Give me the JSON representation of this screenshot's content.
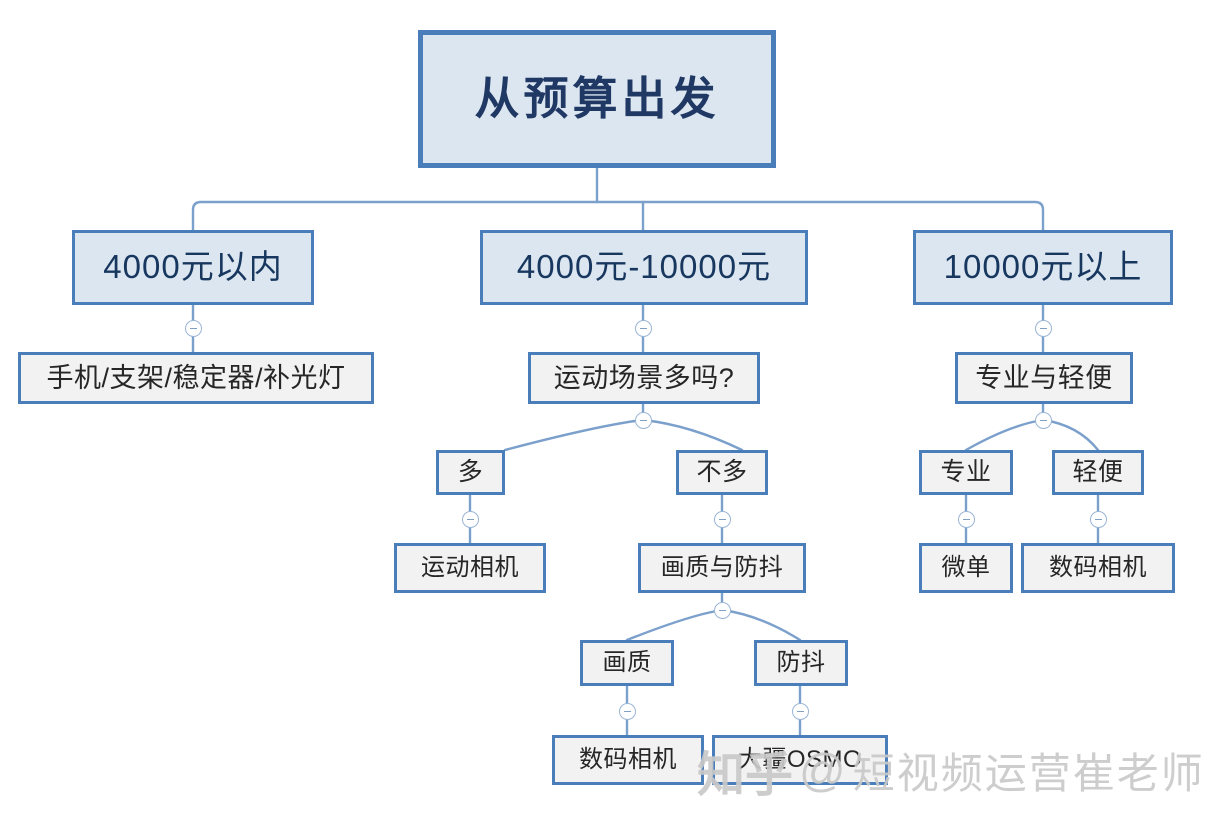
{
  "diagram": {
    "title": "从预算出发",
    "type": "decision-tree",
    "accent_border_color": "#4a7ebb",
    "root_fill_color": "#dce6f1",
    "leaf_fill_color": "#f2f2f2",
    "root_text_color": "#1f3864",
    "toggle_icon": "minus-circle",
    "nodes": {
      "root": "从预算出发",
      "budget_low": "4000元以内",
      "budget_mid": "4000元-10000元",
      "budget_high": "10000元以上",
      "low_gear": "手机/支架/稳定器/补光灯",
      "mid_question": "运动场景多吗?",
      "high_question": "专业与轻便",
      "mid_yes": "多",
      "mid_no": "不多",
      "mid_yes_result": "运动相机",
      "mid_no_branch": "画质与防抖",
      "quality": "画质",
      "stabilization": "防抖",
      "quality_result": "数码相机",
      "stabilization_result": "大疆OSMO",
      "high_pro": "专业",
      "high_light": "轻便",
      "high_pro_result": "微单",
      "high_light_result": "数码相机"
    }
  },
  "watermark": {
    "logo": "知乎",
    "at": "@",
    "handle": "短视频运营崔老师"
  }
}
